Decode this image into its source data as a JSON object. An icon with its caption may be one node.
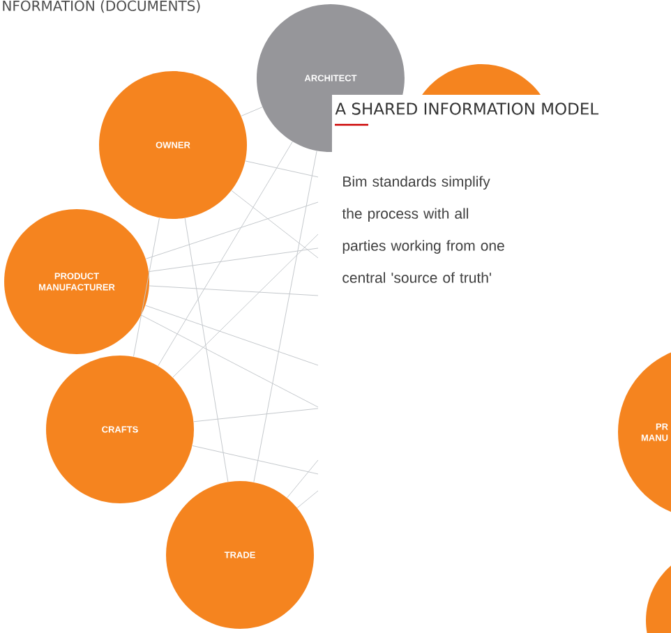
{
  "diagram": {
    "title": "A SHARED INFORMATION MODEL",
    "nodes": [
      {
        "text": [
          "ARCHITECT"
        ]
      },
      {
        "text": [],
        "shape": "circle"
      },
      {
        "text": [
          "OWNER"
        ]
      },
      {
        "text": [
          "PRODUCT MANUFACTURER"
        ]
      },
      {
        "text": [
          "CRAFTS"
        ]
      },
      {
        "text": [
          "PR MANU"
        ]
      },
      {
        "text": [
          "TRADE"
        ]
      },
      {
        "text": [],
        "shape": "circle"
      }
    ],
    "edges": [
      {
        "from": 0,
        "to": 2,
        "arrow": "none"
      },
      {
        "from": 0,
        "to": 4,
        "arrow": "none"
      },
      {
        "from": 0,
        "to": 6,
        "arrow": "none"
      },
      {
        "from": 2,
        "to": 4,
        "arrow": "none"
      },
      {
        "from": 2,
        "to": 6,
        "arrow": "none"
      },
      {
        "from": 3,
        "to": null,
        "arrow": "none"
      },
      {
        "from": 3,
        "to": null,
        "arrow": "none"
      },
      {
        "from": 2,
        "to": null,
        "arrow": "none"
      },
      {
        "from": 2,
        "to": null,
        "arrow": "none"
      },
      {
        "from": 3,
        "to": null,
        "arrow": "none"
      },
      {
        "from": 3,
        "to": null,
        "arrow": "none"
      },
      {
        "from": 3,
        "to": null,
        "arrow": "none"
      },
      {
        "from": 4,
        "to": null,
        "arrow": "none"
      },
      {
        "from": 4,
        "to": null,
        "arrow": "none"
      },
      {
        "from": 4,
        "to": null,
        "arrow": "none"
      },
      {
        "from": 6,
        "to": null,
        "arrow": "none"
      },
      {
        "from": 6,
        "to": null,
        "arrow": "none"
      }
    ],
    "labels": [
      "NFORMATION (DOCUMENTS)",
      "Bim standards simplify the process with all parties working from one central 'source of truth'"
    ]
  }
}
